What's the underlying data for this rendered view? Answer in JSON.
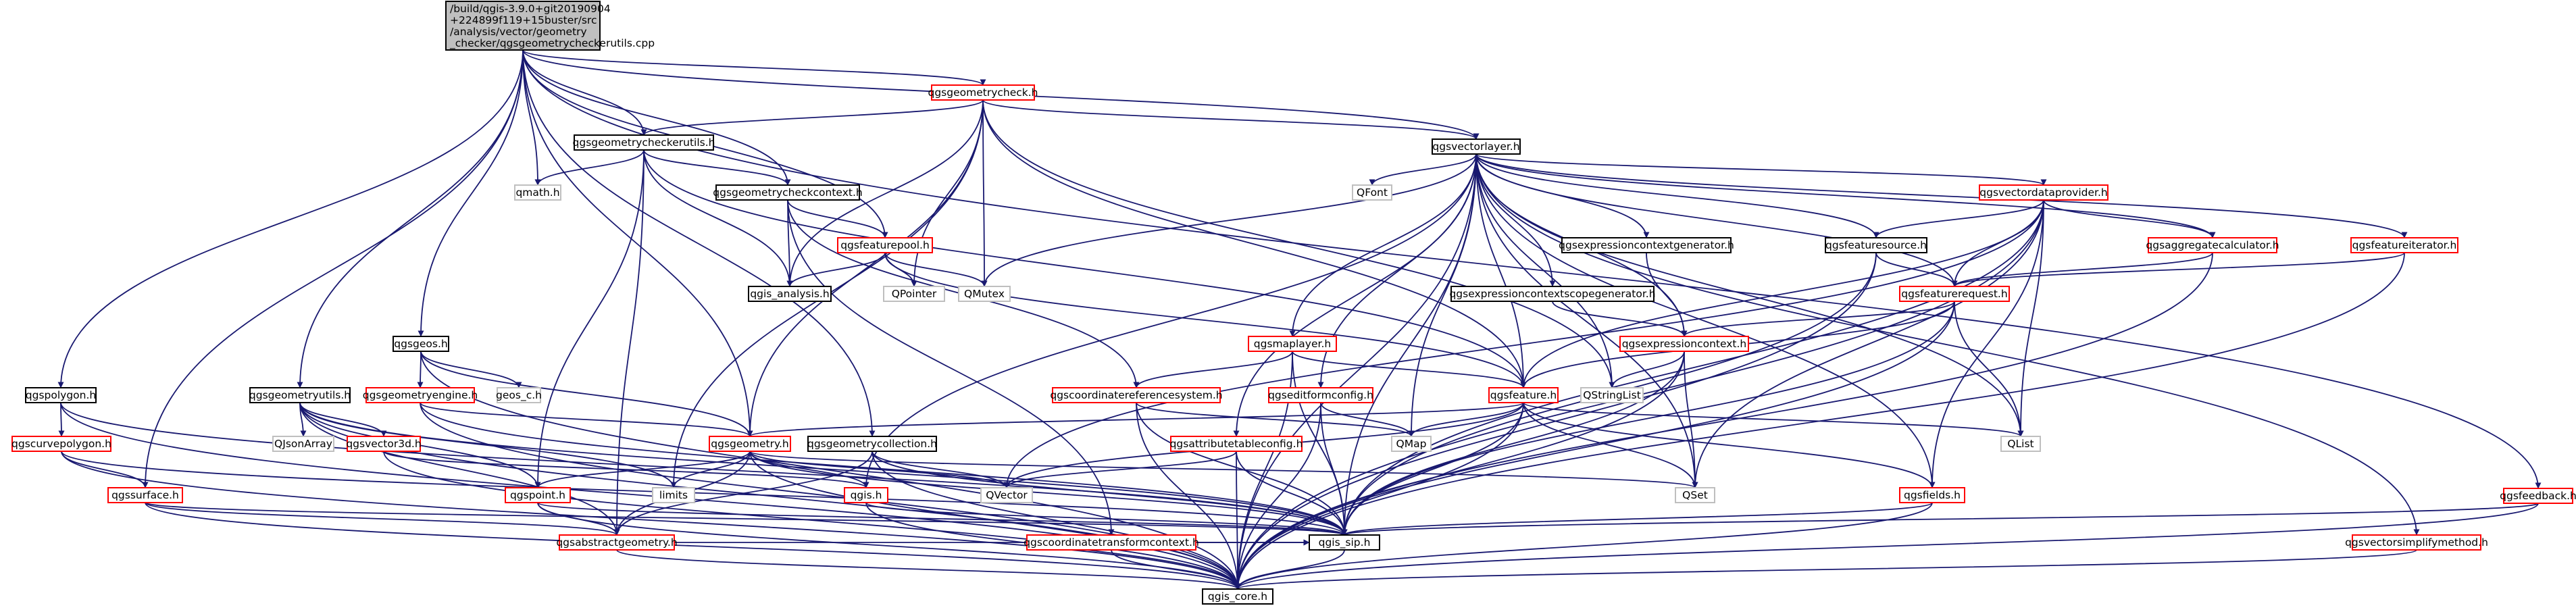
{
  "colors": {
    "root_fill": "#bfbfbf",
    "node_fill": "#ffffff",
    "normal_border": "#000000",
    "red_border": "#ff0000",
    "gray_border": "#bfbfbf",
    "edge": "#191970"
  },
  "root_label": [
    "/build/qgis-3.9.0+git20190904",
    "+224899f119+15buster/src",
    "/analysis/vector/geometry",
    "_checker/qgsgeometrycheckerutils.cpp"
  ],
  "nodes": [
    {
      "id": "n_geomcheck_h",
      "label": "qgsgeometrycheck.h",
      "style": "red"
    },
    {
      "id": "n_vectorlayer_h",
      "label": "qgsvectorlayer.h",
      "style": "normal"
    },
    {
      "id": "n_feedback_h",
      "label": "qgsfeedback.h",
      "style": "red"
    },
    {
      "id": "n_checkerutils_h",
      "label": "qgsgeometrycheckerutils.h",
      "style": "normal"
    },
    {
      "id": "n_qmath",
      "label": "qmath.h",
      "style": "gray"
    },
    {
      "id": "n_checkcontext_h",
      "label": "qgsgeometrycheckcontext.h",
      "style": "normal"
    },
    {
      "id": "n_featurepool_h",
      "label": "qgsfeaturepool.h",
      "style": "red"
    },
    {
      "id": "n_analysis_h",
      "label": "qgis_analysis.h",
      "style": "normal"
    },
    {
      "id": "n_qpointer",
      "label": "QPointer",
      "style": "gray"
    },
    {
      "id": "n_qmutex",
      "label": "QMutex",
      "style": "gray"
    },
    {
      "id": "n_qfont",
      "label": "QFont",
      "style": "gray"
    },
    {
      "id": "n_vectordataprovider_h",
      "label": "qgsvectordataprovider.h",
      "style": "red"
    },
    {
      "id": "n_exprctxgen_h",
      "label": "qgsexpressioncontextgenerator.h",
      "style": "normal"
    },
    {
      "id": "n_featuresource_h",
      "label": "qgsfeaturesource.h",
      "style": "normal"
    },
    {
      "id": "n_aggcalc_h",
      "label": "qgsaggregatecalculator.h",
      "style": "red"
    },
    {
      "id": "n_featureiterator_h",
      "label": "qgsfeatureiterator.h",
      "style": "red"
    },
    {
      "id": "n_exprctxscopegen_h",
      "label": "qgsexpressioncontextscopegenerator.h",
      "style": "normal"
    },
    {
      "id": "n_featurerequest_h",
      "label": "qgsfeaturerequest.h",
      "style": "red"
    },
    {
      "id": "n_geos_h",
      "label": "qgsgeos.h",
      "style": "normal"
    },
    {
      "id": "n_maplayer_h",
      "label": "qgsmaplayer.h",
      "style": "red"
    },
    {
      "id": "n_exprctx_h",
      "label": "qgsexpressioncontext.h",
      "style": "red"
    },
    {
      "id": "n_polygon_h",
      "label": "qgspolygon.h",
      "style": "normal"
    },
    {
      "id": "n_geomutils_h",
      "label": "qgsgeometryutils.h",
      "style": "normal"
    },
    {
      "id": "n_geomengine_h",
      "label": "qgsgeometryengine.h",
      "style": "red"
    },
    {
      "id": "n_geosc",
      "label": "geos_c.h",
      "style": "gray"
    },
    {
      "id": "n_crs_h",
      "label": "qgscoordinatereferencesystem.h",
      "style": "red"
    },
    {
      "id": "n_editformconfig_h",
      "label": "qgseditformconfig.h",
      "style": "red"
    },
    {
      "id": "n_feature_h",
      "label": "qgsfeature.h",
      "style": "red"
    },
    {
      "id": "n_qstringlist",
      "label": "QStringList",
      "style": "gray"
    },
    {
      "id": "n_curvepolygon_h",
      "label": "qgscurvepolygon.h",
      "style": "red"
    },
    {
      "id": "n_qjsonarray",
      "label": "QJsonArray",
      "style": "gray"
    },
    {
      "id": "n_vector3d_h",
      "label": "qgsvector3d.h",
      "style": "red"
    },
    {
      "id": "n_geometry_h",
      "label": "qgsgeometry.h",
      "style": "red"
    },
    {
      "id": "n_geomcollection_h",
      "label": "qgsgeometrycollection.h",
      "style": "normal"
    },
    {
      "id": "n_qmap",
      "label": "QMap",
      "style": "gray"
    },
    {
      "id": "n_attrtableconfig_h",
      "label": "qgsattributetableconfig.h",
      "style": "red"
    },
    {
      "id": "n_qlist",
      "label": "QList",
      "style": "gray"
    },
    {
      "id": "n_surface_h",
      "label": "qgssurface.h",
      "style": "red"
    },
    {
      "id": "n_point_h",
      "label": "qgspoint.h",
      "style": "red"
    },
    {
      "id": "n_limits",
      "label": "limits",
      "style": "gray"
    },
    {
      "id": "n_qgis_h",
      "label": "qgis.h",
      "style": "red"
    },
    {
      "id": "n_qvector",
      "label": "QVector",
      "style": "gray"
    },
    {
      "id": "n_coordtransformctx_h",
      "label": "qgscoordinatetransformcontext.h",
      "style": "red"
    },
    {
      "id": "n_qset",
      "label": "QSet",
      "style": "gray"
    },
    {
      "id": "n_fields_h",
      "label": "qgsfields.h",
      "style": "red"
    },
    {
      "id": "n_abstractgeometry_h",
      "label": "qgsabstractgeometry.h",
      "style": "red"
    },
    {
      "id": "n_sip_h",
      "label": "qgis_sip.h",
      "style": "normal"
    },
    {
      "id": "n_simplifymethod_h",
      "label": "qgsvectorsimplifymethod.h",
      "style": "red"
    },
    {
      "id": "n_core_h",
      "label": "qgis_core.h",
      "style": "normal"
    }
  ]
}
